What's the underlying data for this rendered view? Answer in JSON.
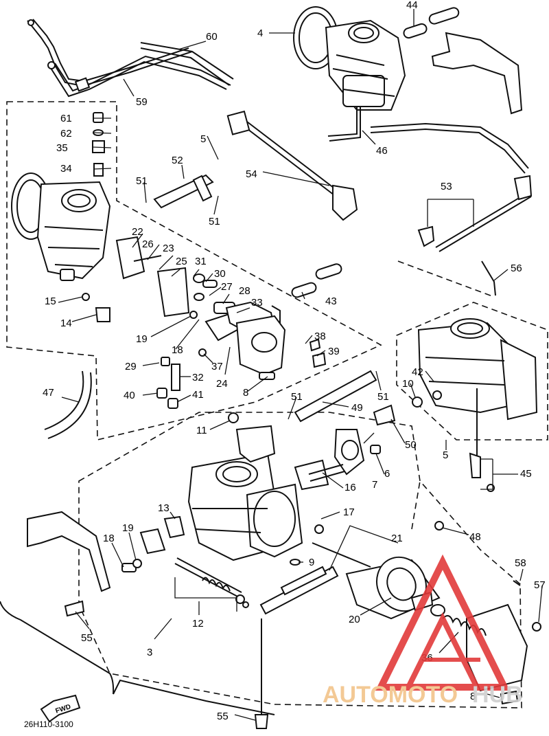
{
  "diagram": {
    "code": "26H110-3100",
    "fwd_label": "FWD",
    "callouts": {
      "c1": "60",
      "c2": "4",
      "c3": "44",
      "c4": "59",
      "c5": "61",
      "c6": "62",
      "c7": "35",
      "c8": "34",
      "c9": "5",
      "c10": "52",
      "c11": "54",
      "c12": "46",
      "c13": "51",
      "c14": "51",
      "c15": "53",
      "c16": "22",
      "c17": "26",
      "c18": "23",
      "c19": "25",
      "c20": "31",
      "c21": "30",
      "c22": "27",
      "c23": "28",
      "c24": "33",
      "c25": "56",
      "c26": "15",
      "c27": "14",
      "c28": "43",
      "c29": "19",
      "c30": "18",
      "c31": "37",
      "c32": "38",
      "c33": "39",
      "c34": "29",
      "c35": "32",
      "c36": "24",
      "c37": "42",
      "c38": "10",
      "c39": "47",
      "c40": "40",
      "c41": "41",
      "c42": "8",
      "c43": "51",
      "c44": "51",
      "c45": "49",
      "c46": "11",
      "c47": "50",
      "c48": "5",
      "c49": "7",
      "c50": "6",
      "c51": "45",
      "c52": "16",
      "c53": "13",
      "c54": "17",
      "c55": "48",
      "c56": "18",
      "c57": "19",
      "c58": "21",
      "c59": "9",
      "c60": "58",
      "c61": "57",
      "c62": "12",
      "c63": "20",
      "c64": "36",
      "c65": "55",
      "c66": "3",
      "c67": "8",
      "c68": "55"
    },
    "watermark": {
      "left": "AUTOMOTO",
      "right": "HUB",
      "color_left": "#f2c48a",
      "color_right": "#cfcfcf",
      "logo_color": "#e23a3a"
    }
  }
}
